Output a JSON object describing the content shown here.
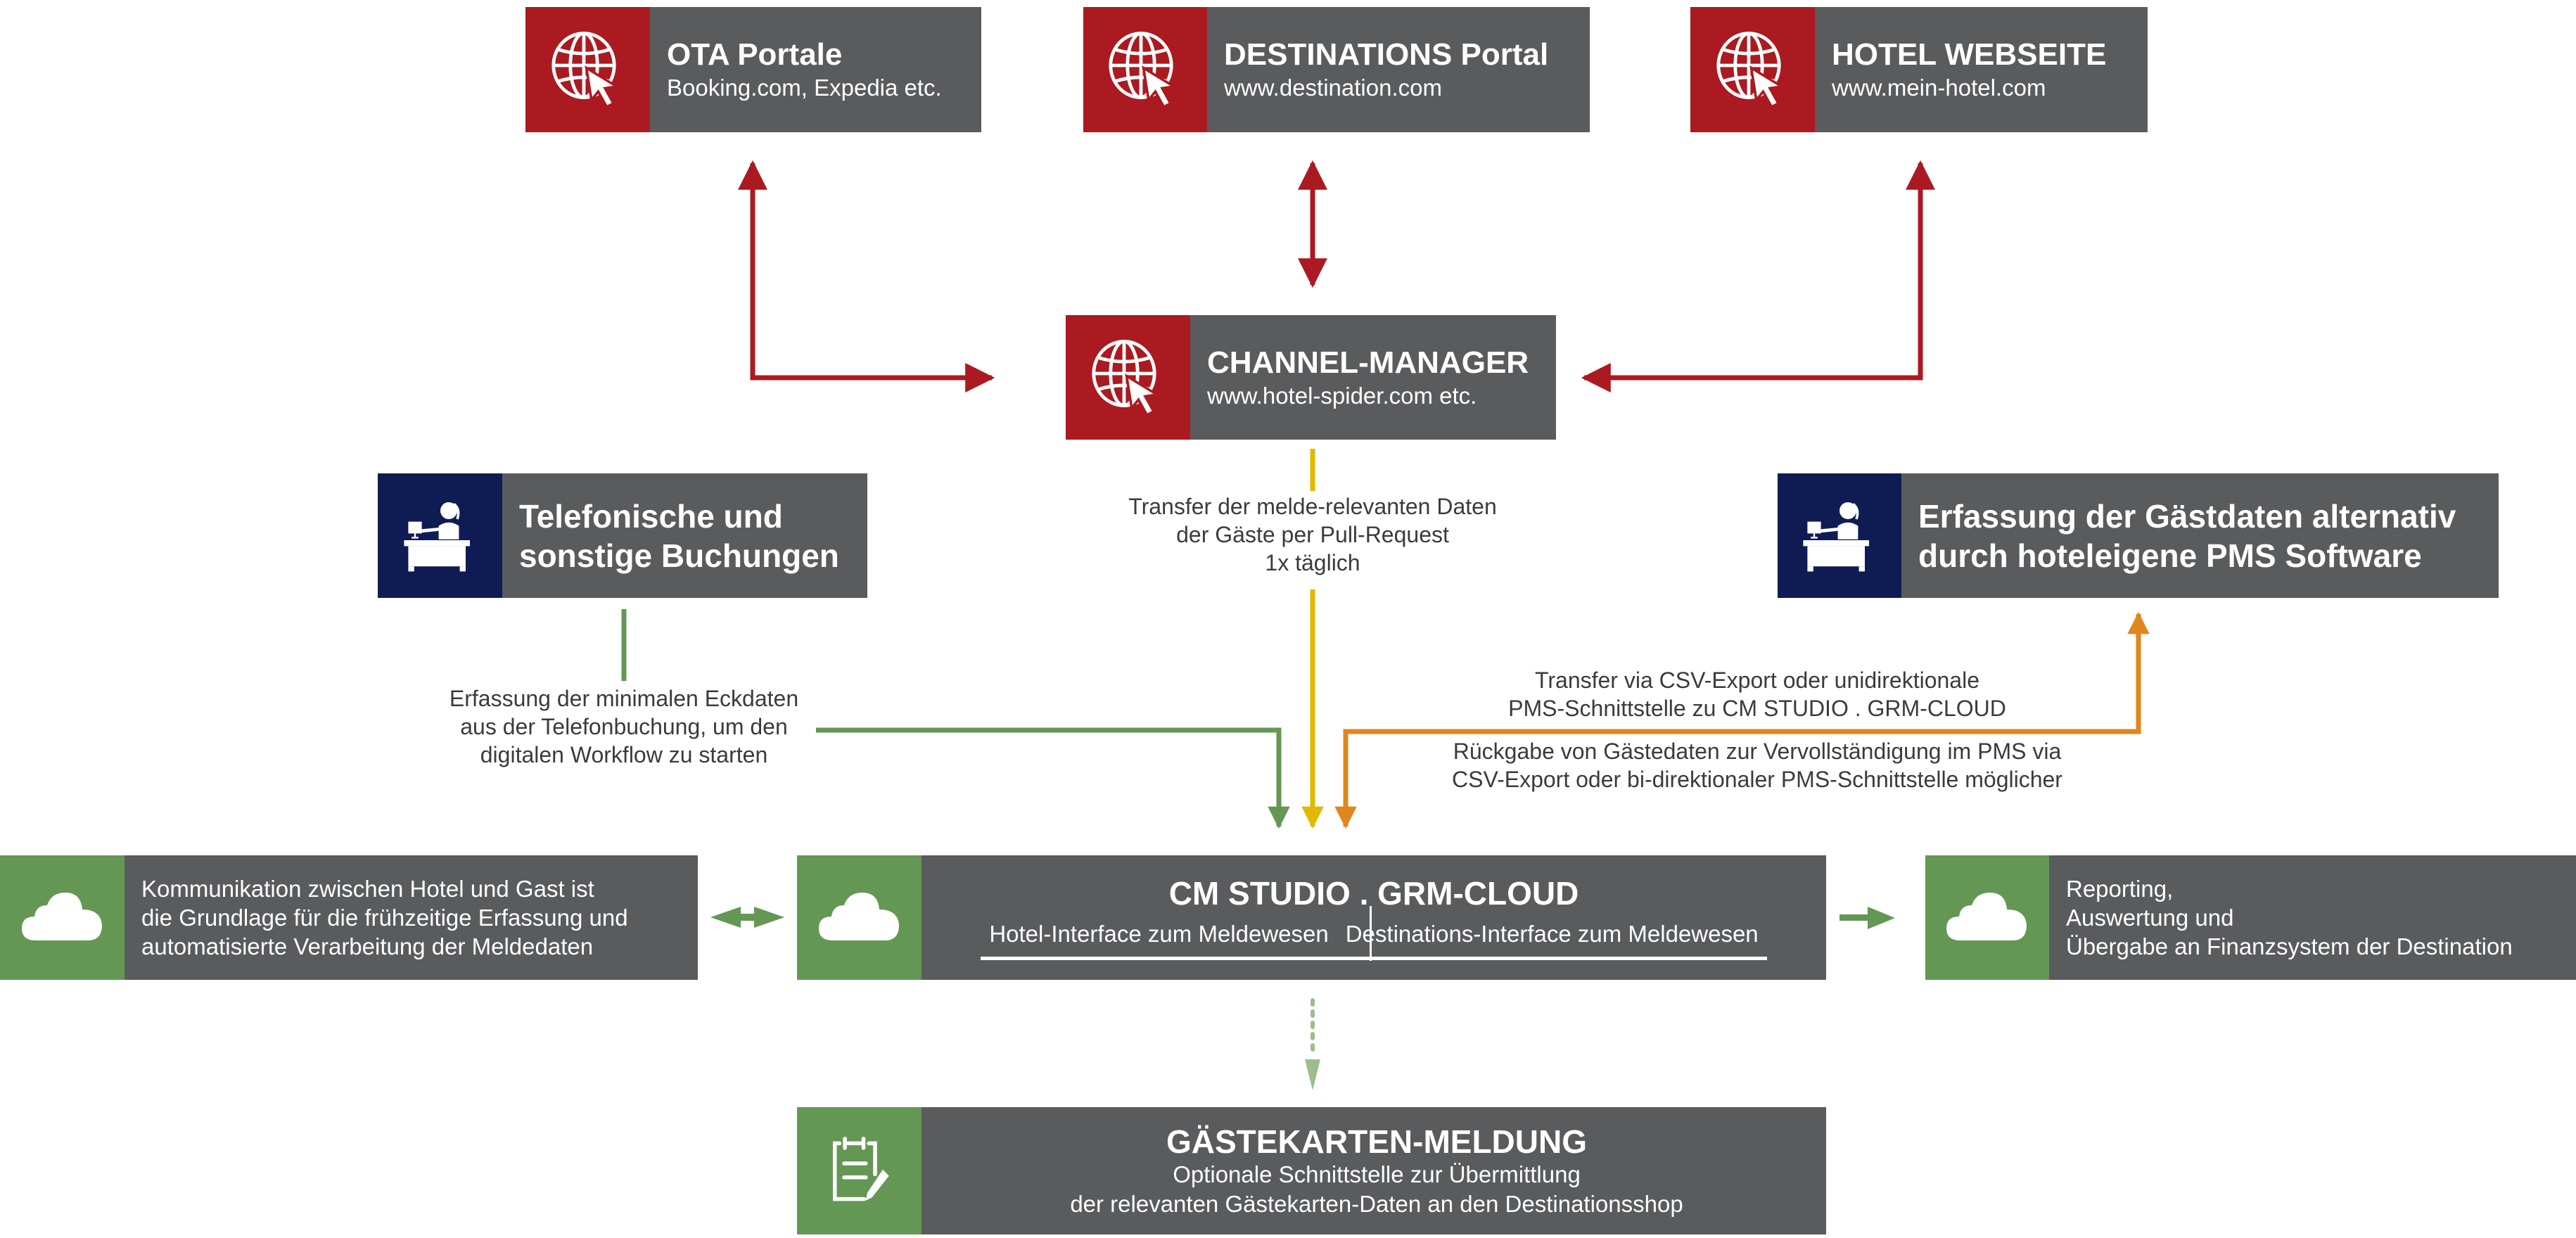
{
  "colors": {
    "node_bg": "#5a5b5d",
    "web_red": "#ab1a20",
    "desk_navy": "#0f1c54",
    "cloud_green": "#649753",
    "arrow_red": "#ab1a20",
    "arrow_green": "#649753",
    "arrow_yellow": "#e0b900",
    "arrow_orange": "#e0861e",
    "arrow_dotted_green": "#9dbd8c",
    "label_text": "#3b3b3d"
  },
  "nodes": {
    "ota": {
      "icon": "globe-cursor-icon",
      "title": "OTA Portale",
      "subtitle": "Booking.com, Expedia etc."
    },
    "destinations": {
      "icon": "globe-cursor-icon",
      "title": "DESTINATIONS Portal",
      "subtitle": "www.destination.com"
    },
    "hotel_website": {
      "icon": "globe-cursor-icon",
      "title": "HOTEL WEBSEITE",
      "subtitle": "www.mein-hotel.com"
    },
    "channel_manager": {
      "icon": "globe-cursor-icon",
      "title": "CHANNEL-MANAGER",
      "subtitle": "www.hotel-spider.com etc."
    },
    "phone_booking": {
      "icon": "receptionist-desk-icon",
      "lines": [
        "Telefonische und",
        "sonstige Buchungen"
      ]
    },
    "pms": {
      "icon": "receptionist-desk-icon",
      "lines": [
        "Erfassung der Gästdaten alternativ",
        "durch hoteleigene PMS Software"
      ]
    },
    "communication": {
      "icon": "cloud-icon",
      "lines": [
        "Kommunikation zwischen Hotel und Gast ist",
        "die Grundlage für die frühzeitige Erfassung und",
        "automatisierte Verarbeitung der Meldedaten"
      ]
    },
    "cm_studio": {
      "icon": "cloud-icon",
      "title": "CM STUDIO . GRM-CLOUD",
      "left_interface": "Hotel-Interface zum Meldewesen",
      "right_interface": "Destinations-Interface zum Meldewesen"
    },
    "reporting": {
      "icon": "cloud-icon",
      "lines": [
        "Reporting,",
        "Auswertung und",
        "Übergabe an Finanzsystem der Destination"
      ]
    },
    "guest_card": {
      "icon": "clipboard-pen-icon",
      "title": "GÄSTEKARTEN-MELDUNG",
      "lines": [
        "Optionale Schnittstelle zur Übermittlung",
        "der relevanten Gästekarten-Daten an den Destinationsshop"
      ]
    }
  },
  "labels": {
    "pull_request": [
      "Transfer der melde-relevanten Daten",
      "der Gäste per Pull-Request",
      "1x täglich"
    ],
    "phone_capture": [
      "Erfassung der minimalen Eckdaten",
      "aus der Telefonbuchung, um den",
      "digitalen Workflow zu starten"
    ],
    "csv_transfer": [
      "Transfer via CSV-Export oder unidirektionale",
      "PMS-Schnittstelle zu CM STUDIO . GRM-CLOUD"
    ],
    "data_return": [
      "Rückgabe von Gästedaten zur Vervollständigung im PMS via",
      "CSV-Export oder bi-direktionaler PMS-Schnittstelle möglicher"
    ]
  }
}
